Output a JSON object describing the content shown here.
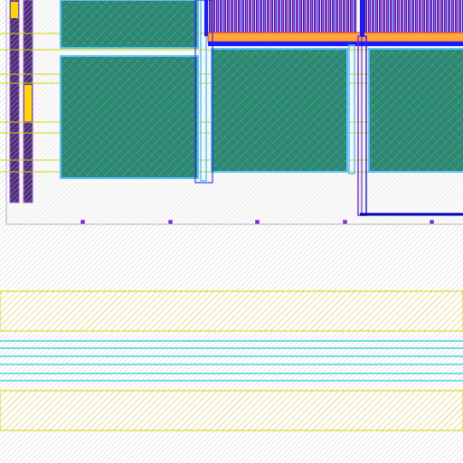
{
  "view": {
    "title": "",
    "background": "#ffffff"
  },
  "palette": {
    "background_hatch": "#c8c8c8",
    "cell_fill": "#2e8b72",
    "cell_outline": "#59c2ff",
    "cell_dots": "#6a5acd",
    "metal_blue": "#1a1aff",
    "metal_blue_dark": "#0000b4",
    "metal_purple": "#8a2be2",
    "poly_red": "#ff3030",
    "poly_orange": "#ff9a1a",
    "poly_yellow": "#e0e000",
    "rail_yellow": "#d9d200",
    "rail_cyan": "#3fd8e6",
    "marker_purple": "#7a2fd0",
    "left_rail_fill": "#5a3a7a",
    "left_rail_edge": "#b070ff",
    "boundary_grey": "#aab4c8"
  },
  "layers": [
    {
      "name": "diffusion-blocks",
      "visible": true
    },
    {
      "name": "metal-1-straps",
      "visible": true
    },
    {
      "name": "metal-2-columns",
      "visible": true
    },
    {
      "name": "poly-fingers",
      "visible": true
    },
    {
      "name": "power-rails",
      "visible": true
    },
    {
      "name": "via-markers",
      "visible": true
    },
    {
      "name": "cell-boundary",
      "visible": true
    }
  ]
}
